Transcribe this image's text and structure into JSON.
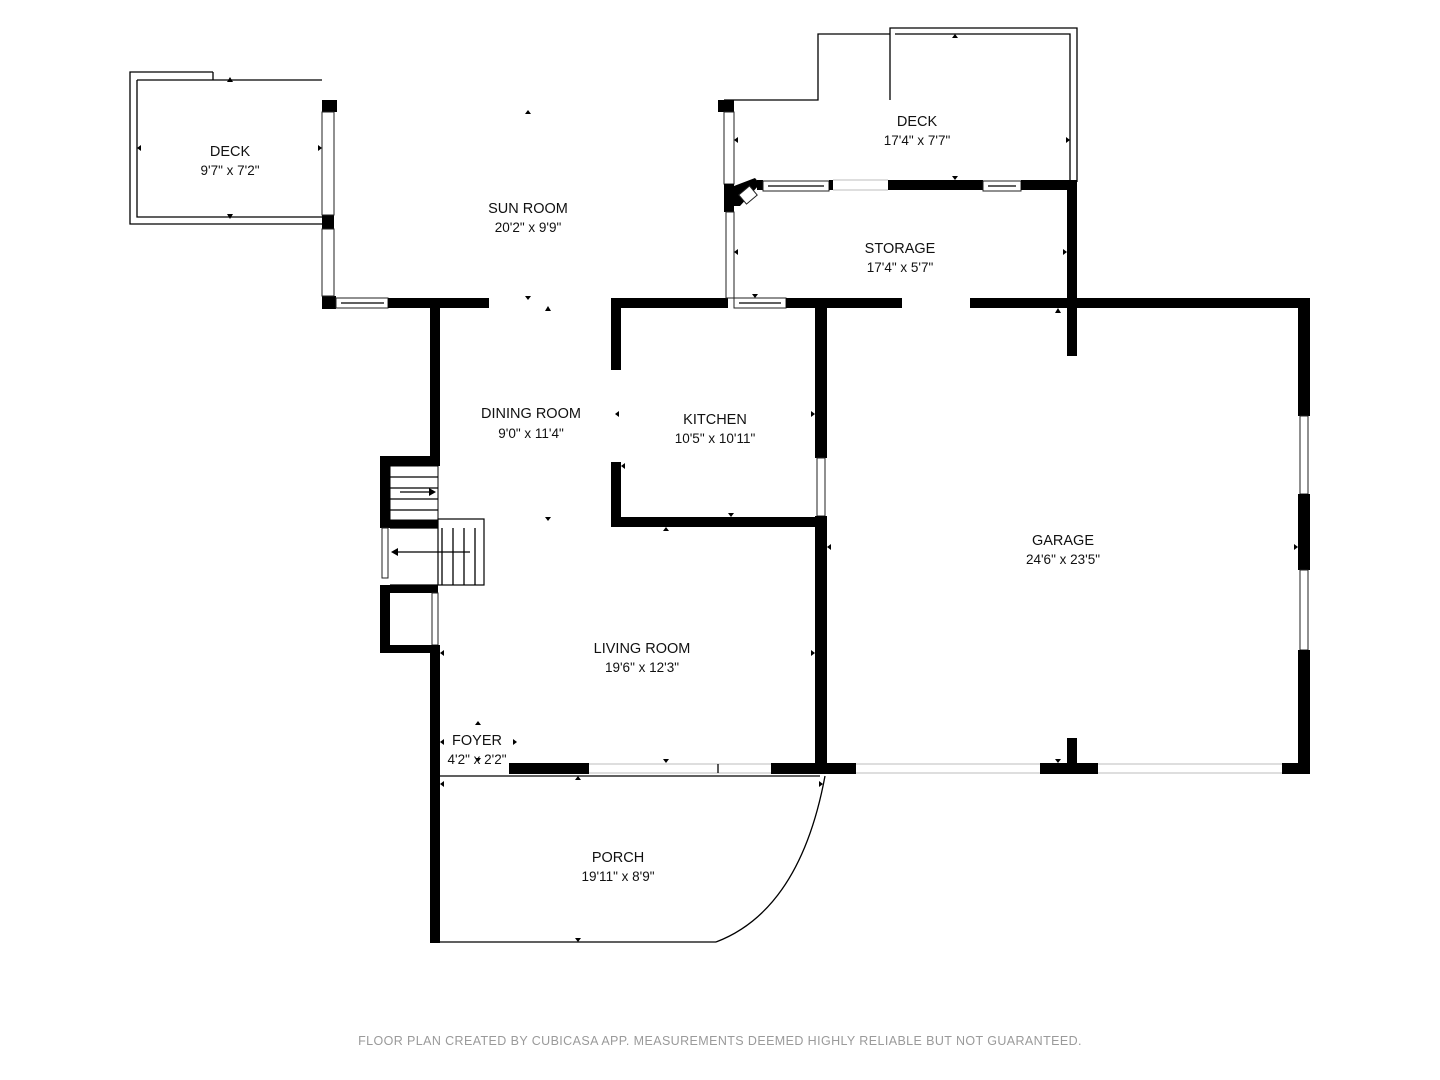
{
  "rooms": {
    "deck_west": {
      "name": "DECK",
      "dims": "9'7\" x 7'2\""
    },
    "sun_room": {
      "name": "SUN ROOM",
      "dims": "20'2\" x 9'9\""
    },
    "deck_east": {
      "name": "DECK",
      "dims": "17'4\" x 7'7\""
    },
    "storage": {
      "name": "STORAGE",
      "dims": "17'4\" x 5'7\""
    },
    "dining_room": {
      "name": "DINING ROOM",
      "dims": "9'0\" x 11'4\""
    },
    "kitchen": {
      "name": "KITCHEN",
      "dims": "10'5\" x 10'11\""
    },
    "garage": {
      "name": "GARAGE",
      "dims": "24'6\" x 23'5\""
    },
    "living_room": {
      "name": "LIVING ROOM",
      "dims": "19'6\" x 12'3\""
    },
    "foyer": {
      "name": "FOYER",
      "dims": "4'2\" x 2'2\""
    },
    "porch": {
      "name": "PORCH",
      "dims": "19'11\" x 8'9\""
    }
  },
  "footer": {
    "text": "FLOOR PLAN CREATED BY CUBICASA APP. MEASUREMENTS DEEMED HIGHLY RELIABLE BUT NOT GUARANTEED."
  }
}
